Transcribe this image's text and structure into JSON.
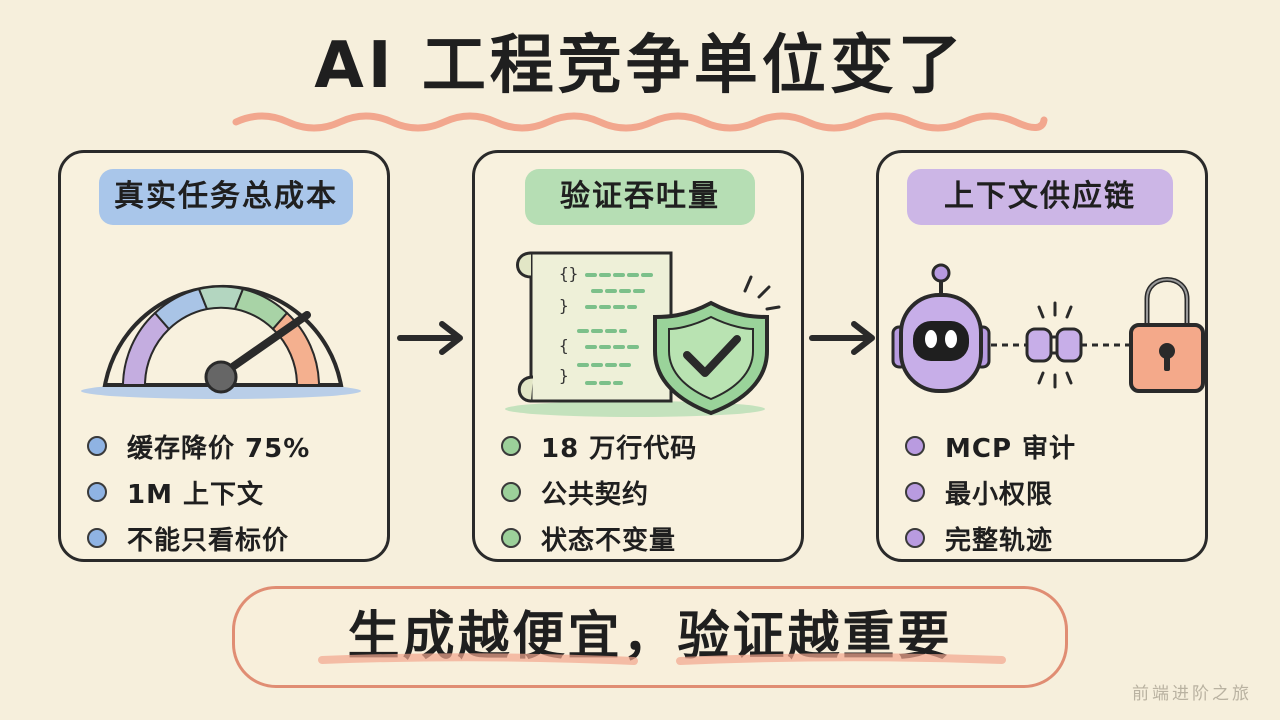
{
  "title": "AI 工程竞争单位变了",
  "cards": [
    {
      "heading": "真实任务总成本",
      "illustration": "speedometer-gauge-icon",
      "accent": "#a9c6ea",
      "bullets": [
        "缓存降价 75%",
        "1M 上下文",
        "不能只看标价"
      ]
    },
    {
      "heading": "验证吞吐量",
      "illustration": "code-scroll-with-shield-check-icon",
      "accent": "#b6deb4",
      "bullets": [
        "18 万行代码",
        "公共契约",
        "状态不变量"
      ]
    },
    {
      "heading": "上下文供应链",
      "illustration": "robot-plug-lock-icon",
      "accent": "#ccb6e6",
      "bullets": [
        "MCP 审计",
        "最小权限",
        "完整轨迹"
      ]
    }
  ],
  "code_scroll": {
    "brace_1": "{}",
    "brace_2": "}",
    "brace_3": "{",
    "brace_4": "}"
  },
  "bottom_banner": "生成越便宜，验证越重要",
  "watermark": "前端进阶之旅",
  "colors": {
    "background": "#f6efdc",
    "highlight": "#f2a78e",
    "outline": "#2a2a2a"
  }
}
